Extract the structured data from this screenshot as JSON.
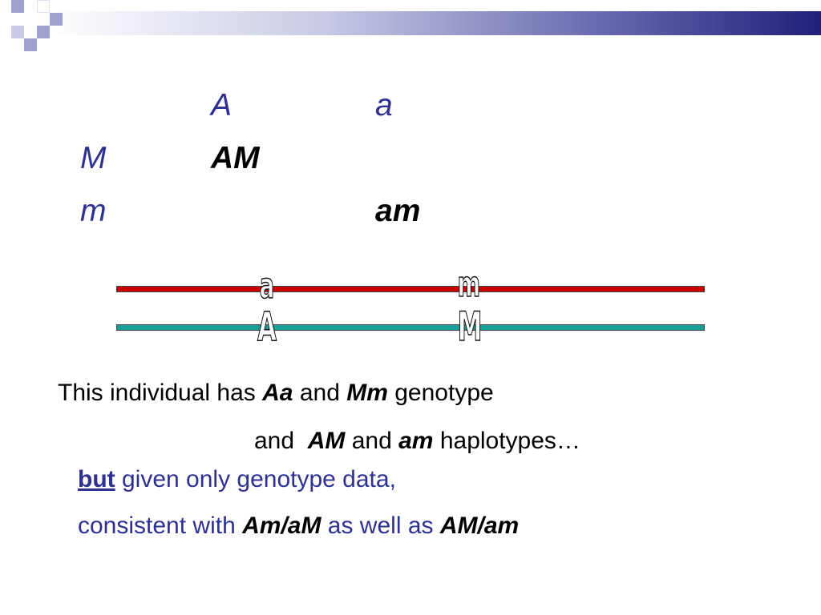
{
  "grid": {
    "col_A": "A",
    "col_a": "a",
    "row_M": "M",
    "row_m": "m",
    "cell_AM": "AM",
    "cell_am": "am"
  },
  "chromosomes": {
    "top_alleles": [
      "a",
      "m"
    ],
    "bottom_alleles": [
      "A",
      "M"
    ],
    "top_color": "#cc0000",
    "bottom_color": "#1a9e9a"
  },
  "text": {
    "line1_a": "This individual has ",
    "line1_b": "Aa",
    "line1_c": " and ",
    "line1_d": "Mm",
    "line1_e": " genotype",
    "line2_a": "and  ",
    "line2_b": "AM",
    "line2_c": " and ",
    "line2_d": "am",
    "line2_e": " haplotypes…",
    "line3_a": "but",
    "line3_b": " given only genotype data,",
    "line4_a": "consistent with ",
    "line4_b": "Am/aM",
    "line4_c": " as well as ",
    "line4_d": "AM/am"
  },
  "colors": {
    "accent_blue": "#2e3192",
    "decor_squares": "#9fa1cf"
  }
}
